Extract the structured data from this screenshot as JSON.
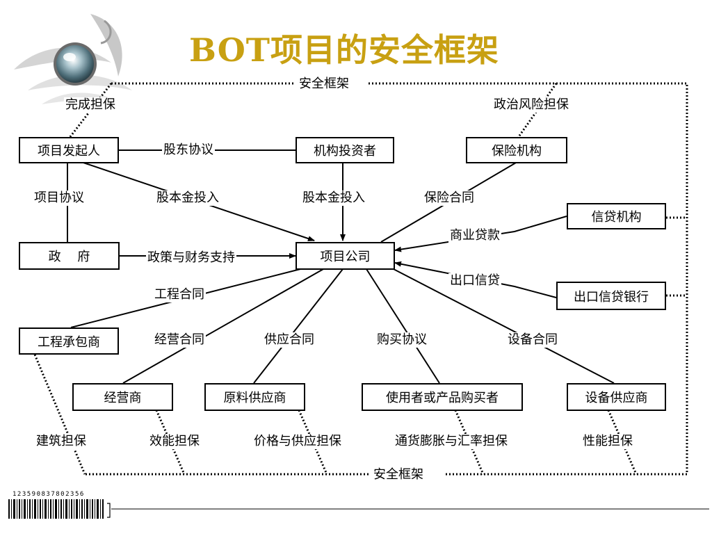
{
  "title": "BOT项目的安全框架",
  "boxes": {
    "sponsor": "项目发起人",
    "institutional_investor": "机构投资者",
    "insurance_agency": "保险机构",
    "credit_agency": "信贷机构",
    "government": "政　 府",
    "project_company": "项目公司",
    "export_credit_bank": "出口信贷银行",
    "contractor": "工程承包商",
    "operator": "经营商",
    "raw_material_supplier": "原料供应商",
    "user_buyer": "使用者或产品购买者",
    "equipment_supplier": "设备供应商"
  },
  "labels": {
    "safety_frame_top": "安全框架",
    "safety_frame_bottom": "安全框架",
    "completion_guarantee": "完成担保",
    "political_risk_guarantee": "政治风险担保",
    "shareholder_agreement": "股东协议",
    "project_agreement": "项目协议",
    "equity_investment_1": "股本金投入",
    "equity_investment_2": "股本金投入",
    "insurance_contract": "保险合同",
    "commercial_loan": "商业贷款",
    "policy_financial_support": "政策与财务支持",
    "export_credit": "出口信贷",
    "engineering_contract": "工程合同",
    "operation_contract": "经营合同",
    "supply_contract": "供应合同",
    "purchase_agreement": "购买协议",
    "equipment_contract": "设备合同",
    "construction_guarantee": "建筑担保",
    "performance_guarantee": "效能担保",
    "price_supply_guarantee": "价格与供应担保",
    "inflation_exchange_guarantee": "通货膨胀与汇率担保",
    "performance_guarantee_2": "性能担保"
  },
  "barcode_number": "123590837802356",
  "colors": {
    "title": "#c8a012",
    "line": "#000000",
    "logo_orb": "#5f7f8a"
  }
}
